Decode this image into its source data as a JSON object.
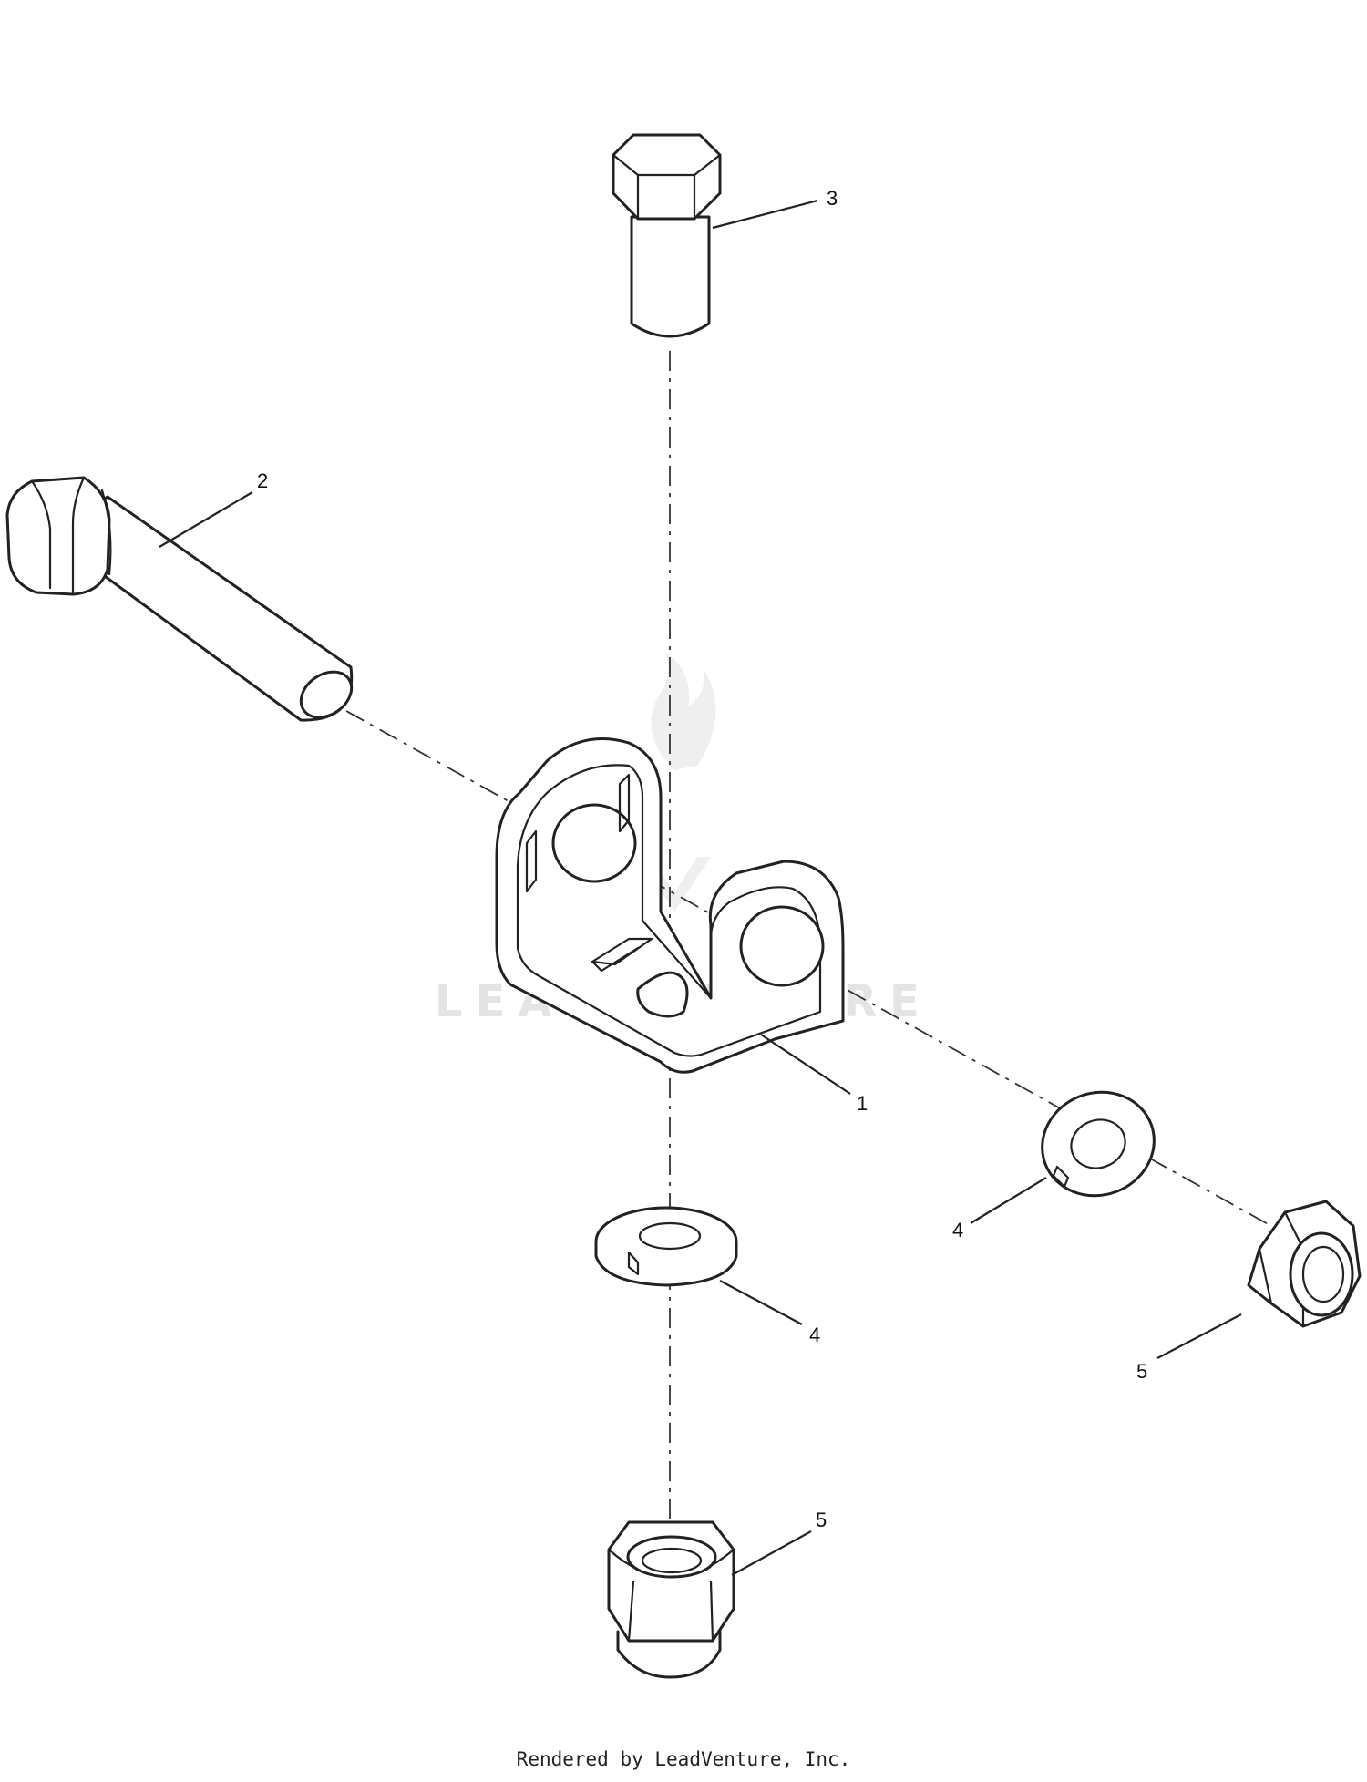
{
  "watermark": {
    "text": "LEADVENTURE"
  },
  "callouts": {
    "bracket": "1",
    "long_bolt": "2",
    "short_bolt": "3",
    "washer_right": "4",
    "washer_bottom": "4",
    "nut_right": "5",
    "nut_bottom": "5"
  },
  "footer": {
    "credit": "Rendered by LeadVenture, Inc."
  },
  "icons": {
    "watermark_logo": "leadventure-flame-logo-icon"
  }
}
